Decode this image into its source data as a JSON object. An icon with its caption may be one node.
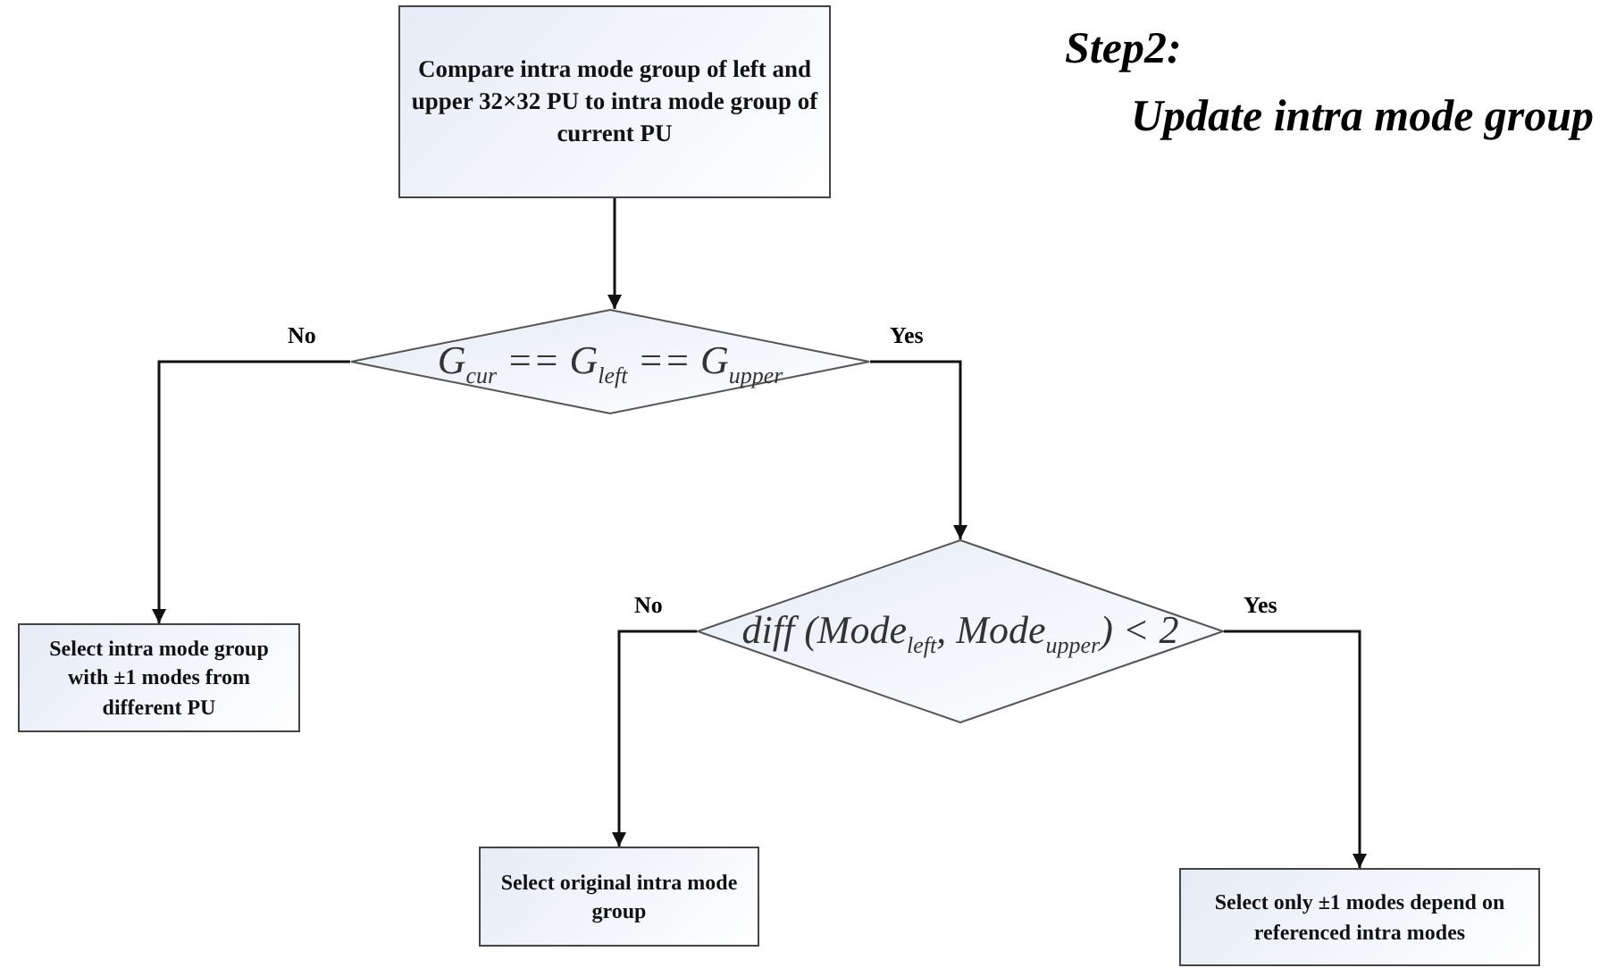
{
  "diagram": {
    "title": "Step2:",
    "nodes": [
      {
        "text": [
          "Compare intra mode group of left and upper 32×32 PU to intra mode group of current PU"
        ]
      },
      {
        "text": [
          "G$_{cur}$ == G$_{left}$ == G$_{upper}$"
        ]
      },
      {
        "text": [
          "Select  intra mode group with ±1 modes  from different PU"
        ]
      },
      {
        "text": [
          "diff (Mode$_{left}$, Mode$_{upper}$) < 2"
        ]
      },
      {
        "text": [
          "Select original intra mode group"
        ]
      },
      {
        "text": [
          "Select only ±1 modes depend on referenced intra modes"
        ]
      }
    ],
    "edges": [
      {
        "from": 0,
        "to": 1,
        "arrow": "to"
      },
      {
        "from": 1,
        "to": 2,
        "arrow": "to",
        "label": "No"
      },
      {
        "from": 1,
        "to": 3,
        "arrow": "to",
        "label": "Yes"
      },
      {
        "from": 3,
        "to": 4,
        "arrow": "to",
        "label": "No"
      },
      {
        "from": 3,
        "to": 5,
        "arrow": "to",
        "label": "Yes"
      }
    ],
    "labels": [
      "Update intra mode group"
    ]
  }
}
